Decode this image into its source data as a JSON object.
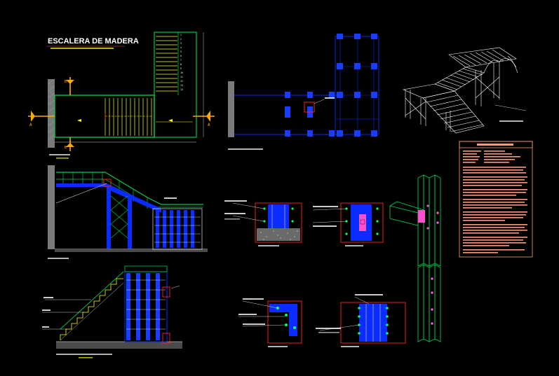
{
  "title": "ESCALERA DE MADERA",
  "step_numbers": [
    "1",
    "2",
    "3",
    "4",
    "5",
    "6",
    "7",
    "8",
    "9",
    "10",
    "11",
    "12",
    "13",
    "14"
  ],
  "section_markers": {
    "a": "A",
    "b": "B"
  },
  "colors": {
    "background": "#000000",
    "wood_green": "#00c94a",
    "steel_blue": "#0a2cff",
    "red": "#ff1b1b",
    "yellow": "#ffff00",
    "orange": "#ff7a2a",
    "white": "#ffffff",
    "salmon_table": "#ff9a7a"
  }
}
